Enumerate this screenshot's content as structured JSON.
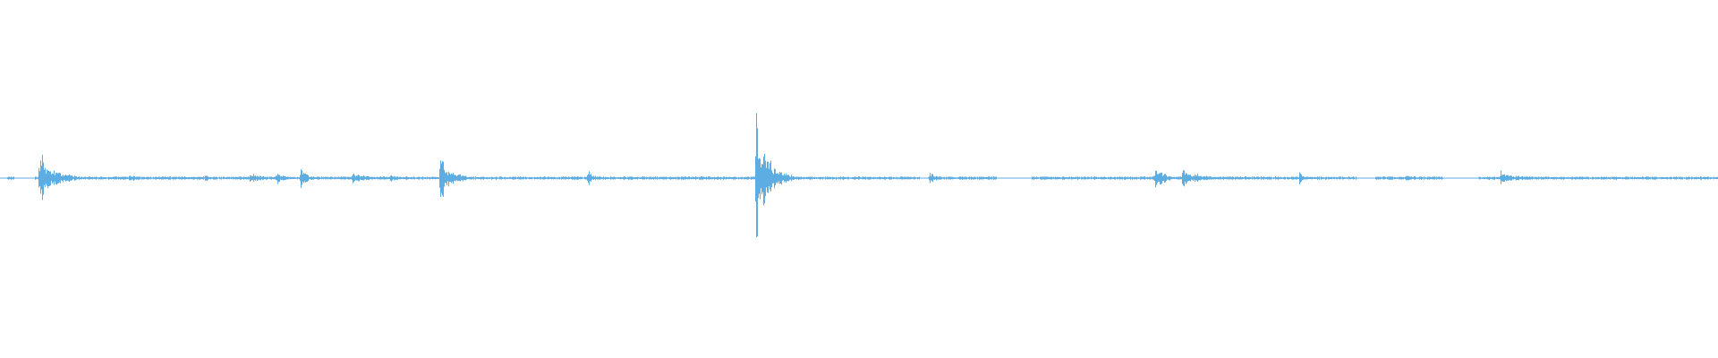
{
  "waveform": {
    "color": "#5dade2",
    "background": "#ffffff",
    "bursts": [
      {
        "t": 0.023,
        "amp": 0.22,
        "dur": 0.006
      },
      {
        "t": 0.028,
        "amp": 0.06,
        "dur": 0.02
      },
      {
        "t": 0.075,
        "amp": 0.025,
        "dur": 0.01
      },
      {
        "t": 0.119,
        "amp": 0.035,
        "dur": 0.004
      },
      {
        "t": 0.145,
        "amp": 0.03,
        "dur": 0.016
      },
      {
        "t": 0.161,
        "amp": 0.04,
        "dur": 0.008
      },
      {
        "t": 0.175,
        "amp": 0.07,
        "dur": 0.006
      },
      {
        "t": 0.205,
        "amp": 0.035,
        "dur": 0.014
      },
      {
        "t": 0.227,
        "amp": 0.025,
        "dur": 0.008
      },
      {
        "t": 0.256,
        "amp": 0.2,
        "dur": 0.006
      },
      {
        "t": 0.262,
        "amp": 0.05,
        "dur": 0.012
      },
      {
        "t": 0.342,
        "amp": 0.06,
        "dur": 0.005
      },
      {
        "t": 0.44,
        "amp": 0.5,
        "dur": 0.004
      },
      {
        "t": 0.444,
        "amp": 0.2,
        "dur": 0.012
      },
      {
        "t": 0.541,
        "amp": 0.04,
        "dur": 0.006
      },
      {
        "t": 0.672,
        "amp": 0.07,
        "dur": 0.01
      },
      {
        "t": 0.688,
        "amp": 0.1,
        "dur": 0.006
      },
      {
        "t": 0.695,
        "amp": 0.03,
        "dur": 0.02
      },
      {
        "t": 0.756,
        "amp": 0.04,
        "dur": 0.006
      },
      {
        "t": 0.818,
        "amp": 0.025,
        "dur": 0.004
      },
      {
        "t": 0.873,
        "amp": 0.06,
        "dur": 0.008
      },
      {
        "t": 0.882,
        "amp": 0.02,
        "dur": 0.02
      }
    ],
    "gaps": [
      [
        0.0,
        0.004
      ],
      [
        0.008,
        0.02
      ],
      [
        0.535,
        0.54
      ],
      [
        0.58,
        0.6
      ],
      [
        0.79,
        0.8
      ],
      [
        0.84,
        0.86
      ]
    ]
  }
}
